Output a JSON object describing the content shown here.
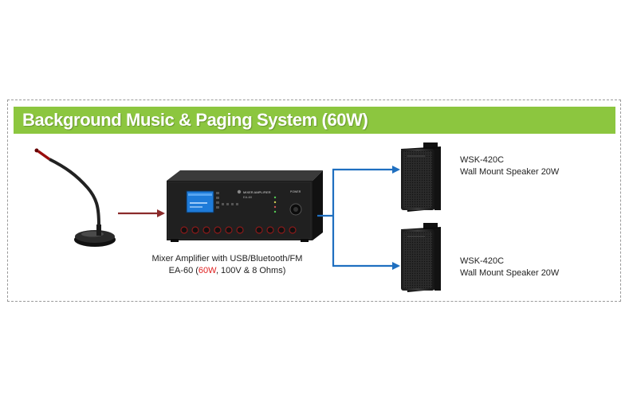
{
  "title": "Background Music & Paging System (60W)",
  "amplifier": {
    "caption_line1": "Mixer Amplifier with USB/Bluetooth/FM",
    "caption_line2_pre": "EA-60 (",
    "caption_line2_highlight": "60W",
    "caption_line2_post": ", 100V & 8 Ohms)",
    "panel_brand": "MIXER AMPLIFIER",
    "panel_model": "EA-60",
    "power_label": "POWER"
  },
  "speakers": [
    {
      "model": "WSK-420C",
      "description": "Wall Mount Speaker 20W"
    },
    {
      "model": "WSK-420C",
      "description": "Wall Mount Speaker 20W"
    }
  ],
  "colors": {
    "banner": "#8cc63f",
    "arrow_input": "#8b2b2b",
    "arrow_output": "#1f6fc0",
    "highlight": "#e02020"
  }
}
